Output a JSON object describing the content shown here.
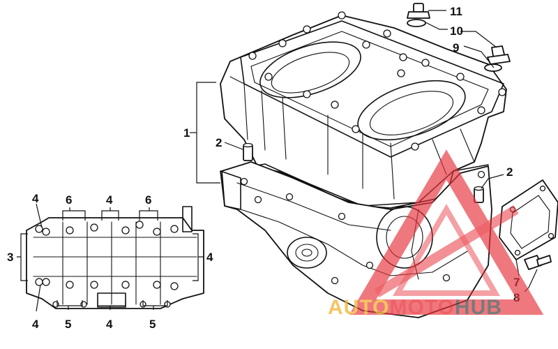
{
  "diagram": {
    "callouts": {
      "c1": "1",
      "c2a": "2",
      "c2b": "2",
      "c3": "3",
      "c4a": "4",
      "c4b": "4",
      "c4c": "4",
      "c4d": "4",
      "c4e": "4",
      "c5a": "5",
      "c5b": "5",
      "c6a": "6",
      "c6b": "6",
      "c7": "7",
      "c8": "8",
      "c9": "9",
      "c10": "10",
      "c11": "11"
    }
  },
  "watermark": {
    "part1": "AUTO",
    "part2": "MOTO",
    "part3": "HUB",
    "colors": {
      "auto": "#f2b637",
      "moto": "#e8353d",
      "hub": "#555555",
      "logo": "#e8353d"
    }
  }
}
